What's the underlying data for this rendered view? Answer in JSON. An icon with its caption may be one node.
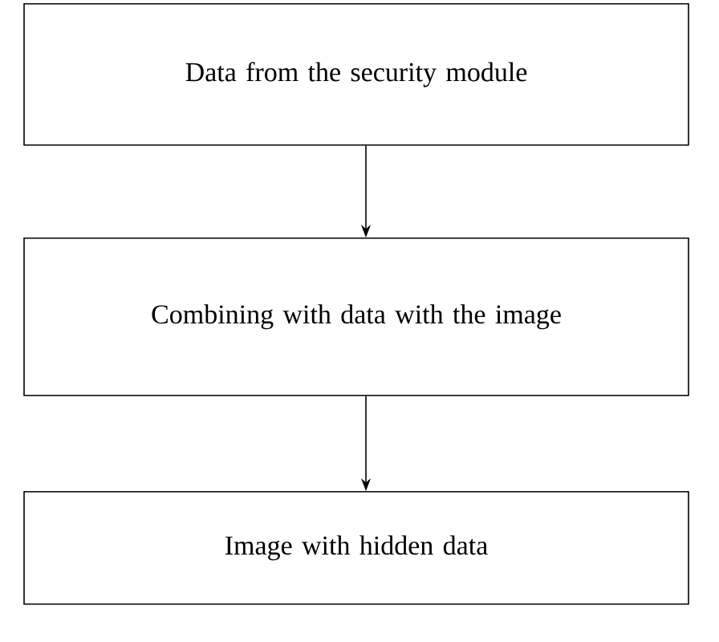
{
  "diagram": {
    "nodes": [
      {
        "text": [
          "Data from the security module"
        ]
      },
      {
        "text": [
          "Combining with data with the image"
        ]
      },
      {
        "text": [
          "Image with hidden data"
        ]
      }
    ],
    "edges": [
      {
        "from": 0,
        "to": 1,
        "arrow": "to"
      },
      {
        "from": 1,
        "to": 2,
        "arrow": "to"
      }
    ]
  }
}
